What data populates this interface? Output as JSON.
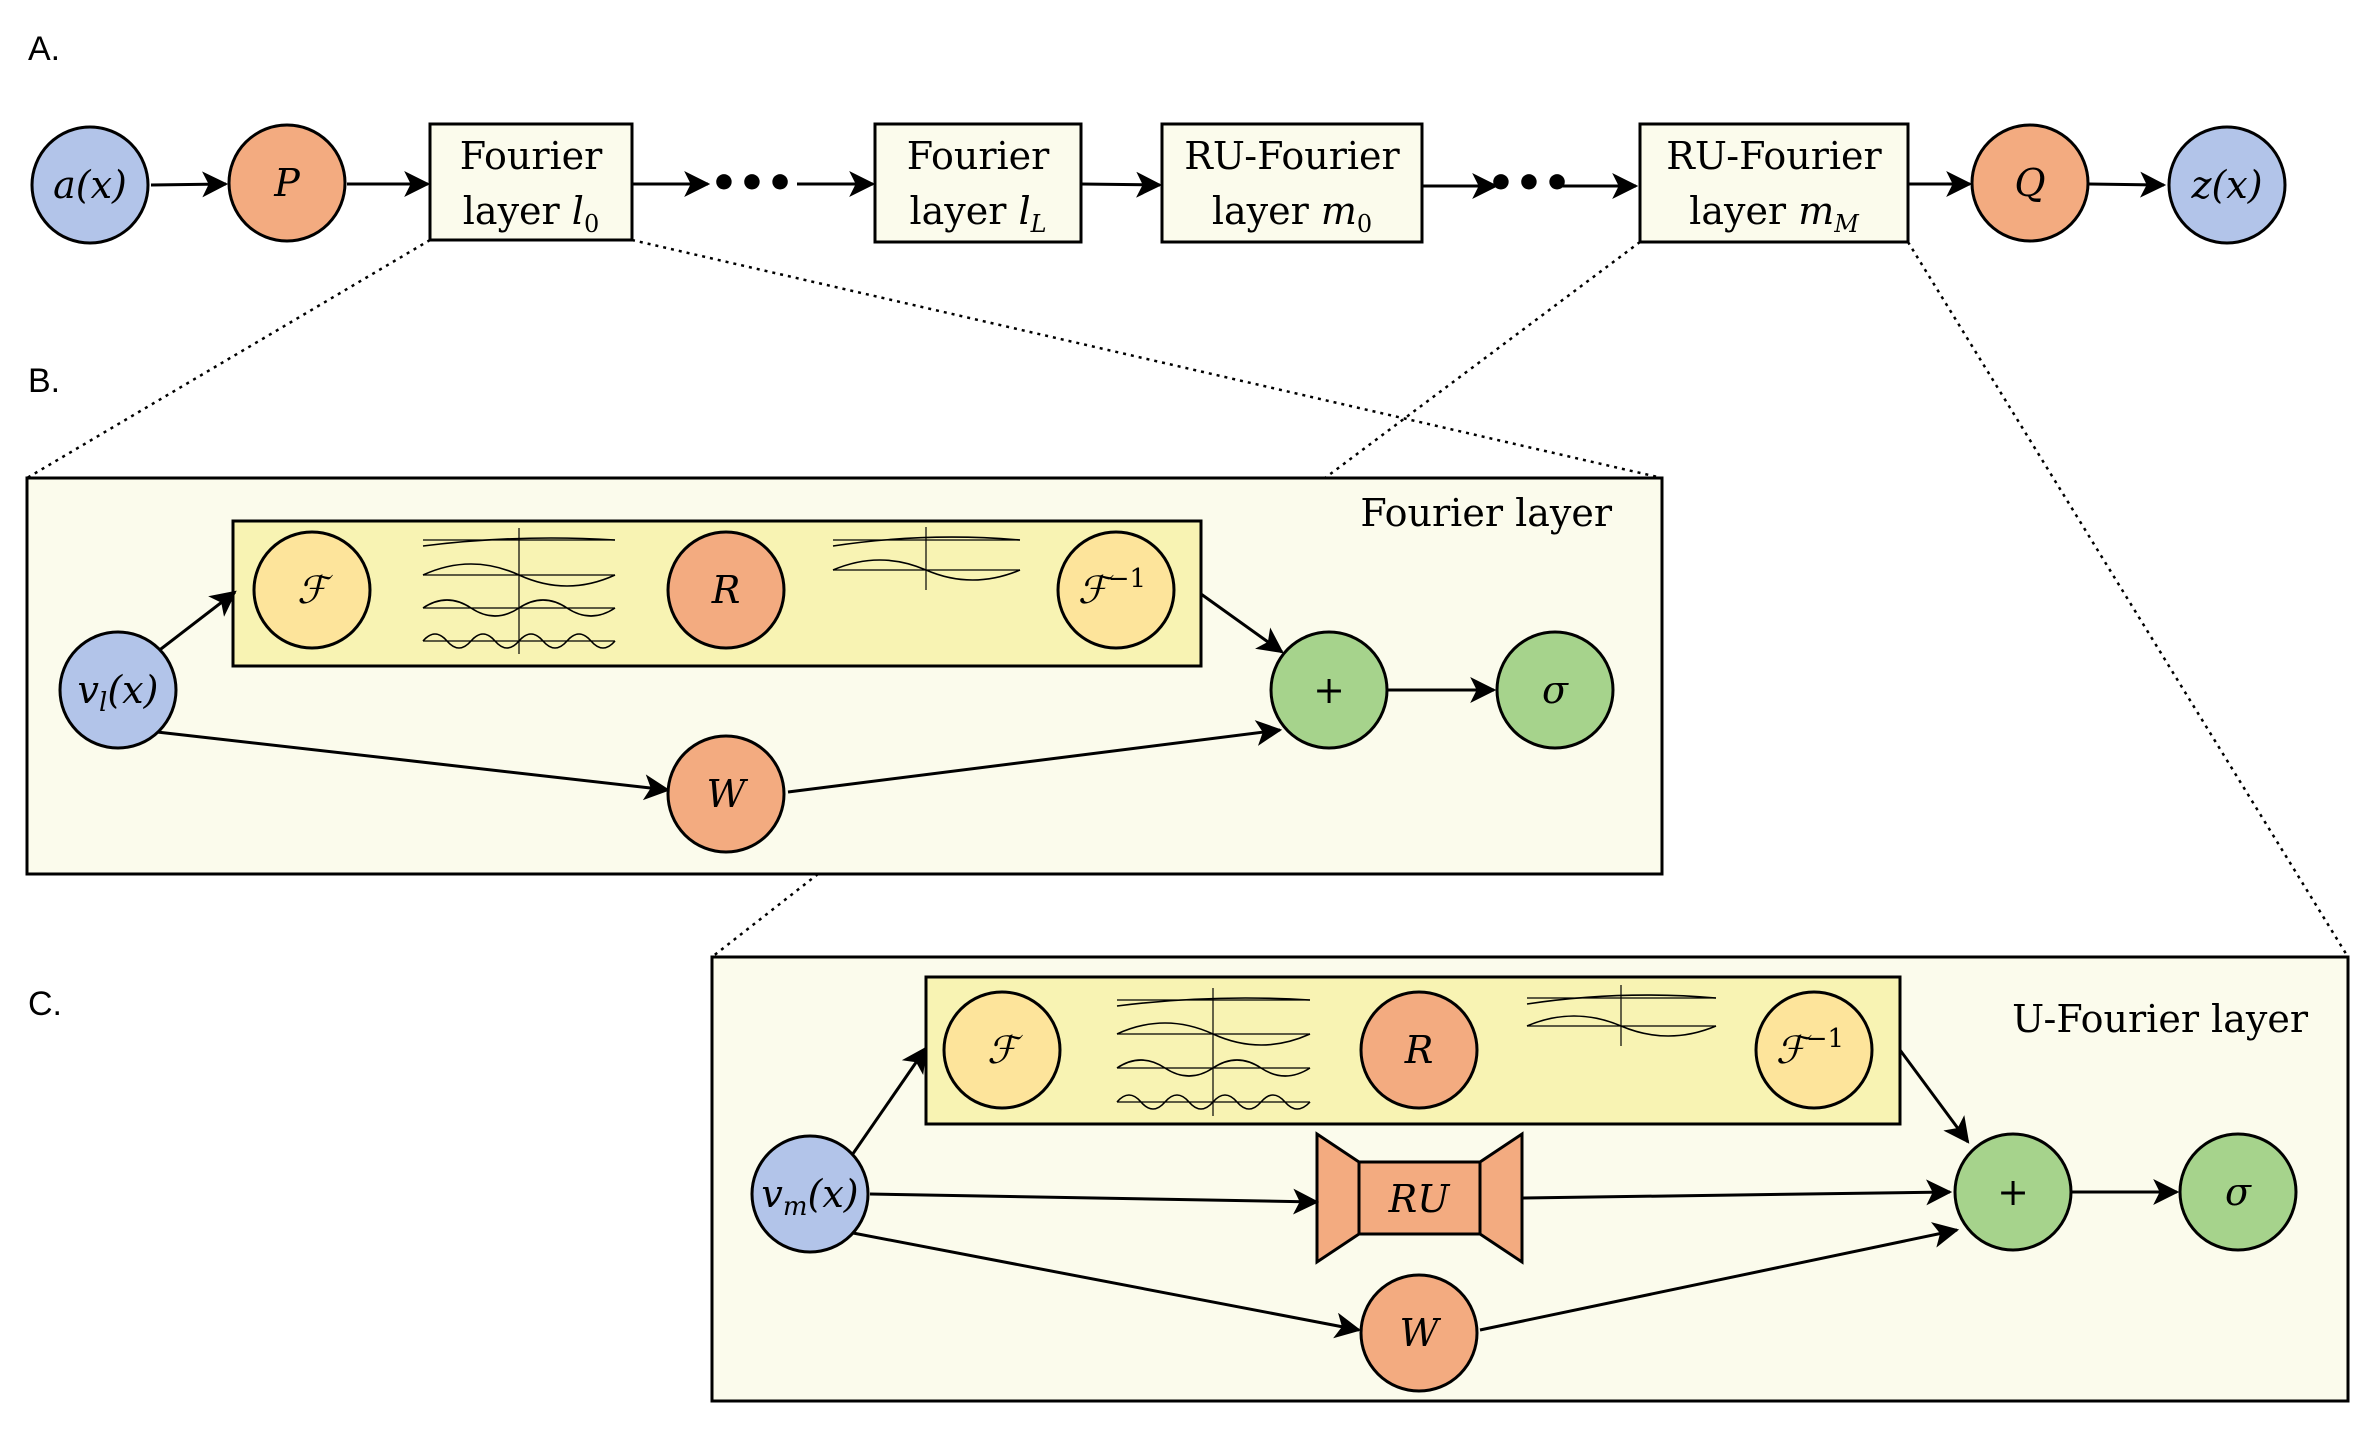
{
  "colors": {
    "input_node": "#b2c4e9",
    "linear_node": "#f3ab80",
    "spectral_node": "#fde49b",
    "activation_node": "#a6d38c",
    "panel_bg": "#fbfbec",
    "spectral_bg": "#f8f3b3"
  },
  "panel_a": {
    "label": "A.",
    "input": "a(x)",
    "lift": "P",
    "block1": {
      "line1": "Fourier",
      "line2": "layer ",
      "sym": "l",
      "sub": "0"
    },
    "ellipsis1": "•••",
    "block2": {
      "line1": "Fourier",
      "line2": "layer ",
      "sym": "l",
      "sub": "L"
    },
    "block3": {
      "line1": "RU-Fourier",
      "line2": "layer ",
      "sym": "m",
      "sub": "0"
    },
    "ellipsis2": "•••",
    "block4": {
      "line1": "RU-Fourier",
      "line2": "layer ",
      "sym": "m",
      "sub": "M"
    },
    "project": "Q",
    "output": "z(x)"
  },
  "panel_b": {
    "label": "B.",
    "title": "Fourier layer",
    "input_main": "v",
    "input_sub": "l",
    "input_tail": "(x)",
    "fourier": "ℱ",
    "filter": "R",
    "inverse_main": "ℱ",
    "inverse_sup": "−1",
    "linear": "W",
    "add": "+",
    "activation": "σ"
  },
  "panel_c": {
    "label": "C.",
    "title": "U-Fourier layer",
    "input_main": "v",
    "input_sub": "m",
    "input_tail": "(x)",
    "fourier": "ℱ",
    "filter": "R",
    "inverse_main": "ℱ",
    "inverse_sup": "−1",
    "unet": "RU",
    "linear": "W",
    "add": "+",
    "activation": "σ"
  }
}
